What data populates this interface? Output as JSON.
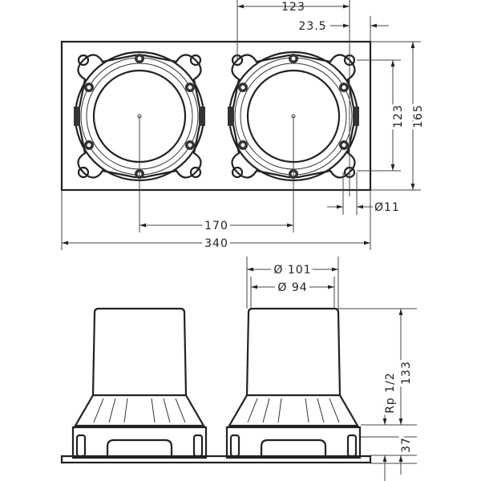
{
  "dimensions": {
    "top_spacing": "123",
    "edge_offset": "23.5",
    "height_total": "165",
    "height_spacing": "123",
    "hole_diameter": "Ø11",
    "center_distance": "170",
    "width_total": "340",
    "outer_diameter": "Ø 101",
    "inner_diameter": "Ø 94",
    "body_height": "133",
    "thread": "Rp 1/2",
    "base_height": "37"
  }
}
